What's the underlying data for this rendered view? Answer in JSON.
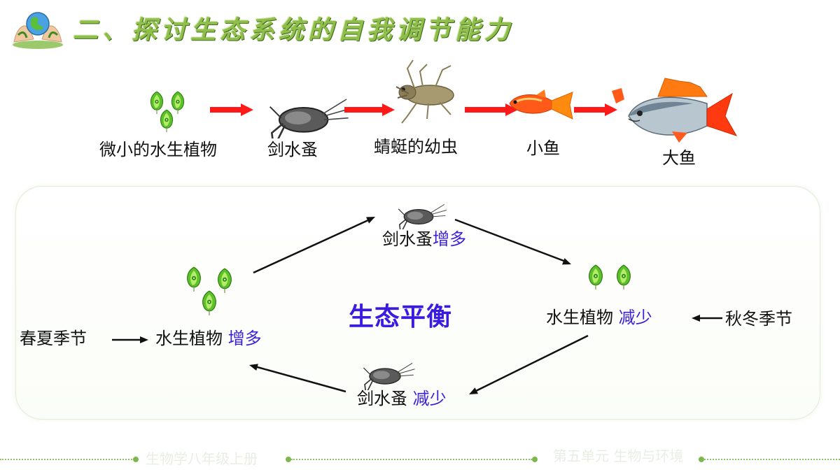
{
  "title": "二、探讨生态系统的自我调节能力",
  "food_chain": [
    {
      "label": "微小的水生植物",
      "icon": "aquatic-plant-icon"
    },
    {
      "label": "剑水蚤",
      "icon": "copepod-icon"
    },
    {
      "label": "蜻蜓的幼虫",
      "icon": "dragonfly-larva-icon"
    },
    {
      "label": "小鱼",
      "icon": "small-fish-icon"
    },
    {
      "label": "大鱼",
      "icon": "big-fish-icon"
    }
  ],
  "cycle": {
    "center": "生态平衡",
    "spring_summer": "春夏季节",
    "autumn_winter": "秋冬季节",
    "plants_left": {
      "name": "水生植物",
      "change": "增多"
    },
    "copepod_top": {
      "name": "剑水蚤",
      "change": "增多"
    },
    "plants_right": {
      "name": "水生植物",
      "change": "减少"
    },
    "copepod_bottom": {
      "name": "剑水蚤",
      "change": "减少"
    }
  },
  "footer": {
    "left": "生物学八年级上册",
    "right": "第五单元 生物与环境"
  },
  "colors": {
    "accent_blue": "#3a1fd6",
    "arrow_red": "#ff1a1a",
    "title_green": "#8fbf4a"
  }
}
